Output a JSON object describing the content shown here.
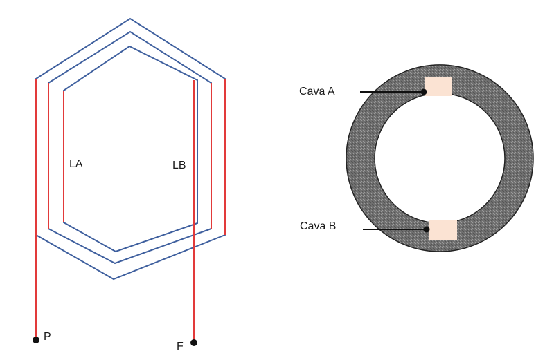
{
  "coil": {
    "label_a": "LA",
    "label_b": "LB",
    "terminal_start": "P",
    "terminal_end": "F"
  },
  "stator": {
    "slot_a_label": "Cava A",
    "slot_b_label": "Cava B"
  },
  "colors": {
    "coil_outline": "#3e5f9e",
    "winding": "#e23a3a",
    "ring": "#7a7a7a",
    "slot": "#fbe3d3",
    "text": "#1a1a1a"
  }
}
